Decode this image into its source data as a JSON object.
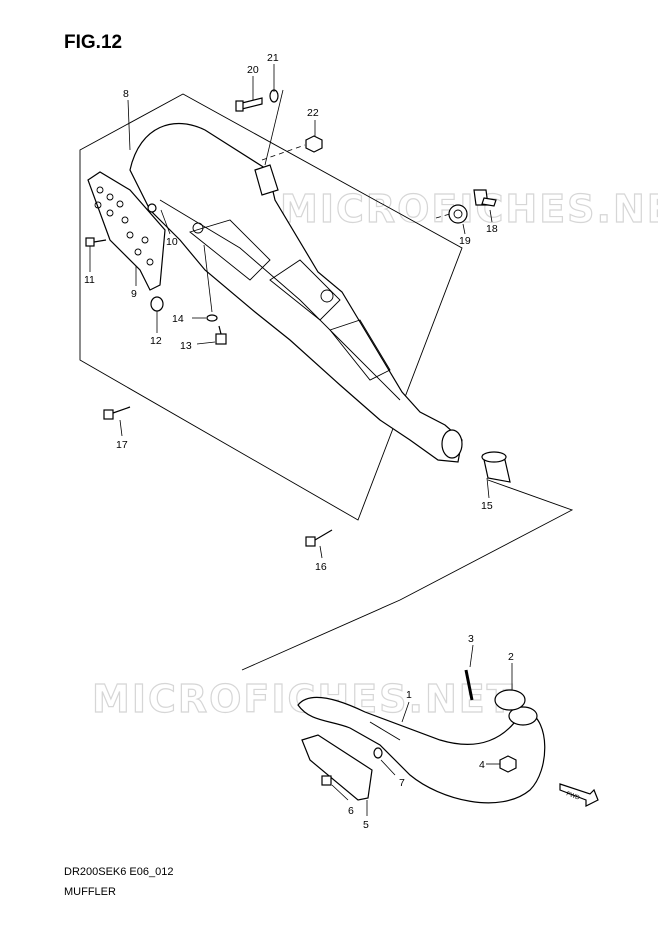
{
  "figure": {
    "title": "FIG.12"
  },
  "footer": {
    "code": "DR200SEK6 E06_012",
    "name": "MUFFLER"
  },
  "watermark": "MICROFICHES.NET",
  "fwd_label": "FWD",
  "callouts": {
    "c1": "1",
    "c2": "2",
    "c3": "3",
    "c4": "4",
    "c5": "5",
    "c6": "6",
    "c7": "7",
    "c8": "8",
    "c9": "9",
    "c10": "10",
    "c11": "11",
    "c12": "12",
    "c13": "13",
    "c14": "14",
    "c15": "15",
    "c16": "16",
    "c17": "17",
    "c18": "18",
    "c19": "19",
    "c20": "20",
    "c21": "21",
    "c22": "22"
  }
}
